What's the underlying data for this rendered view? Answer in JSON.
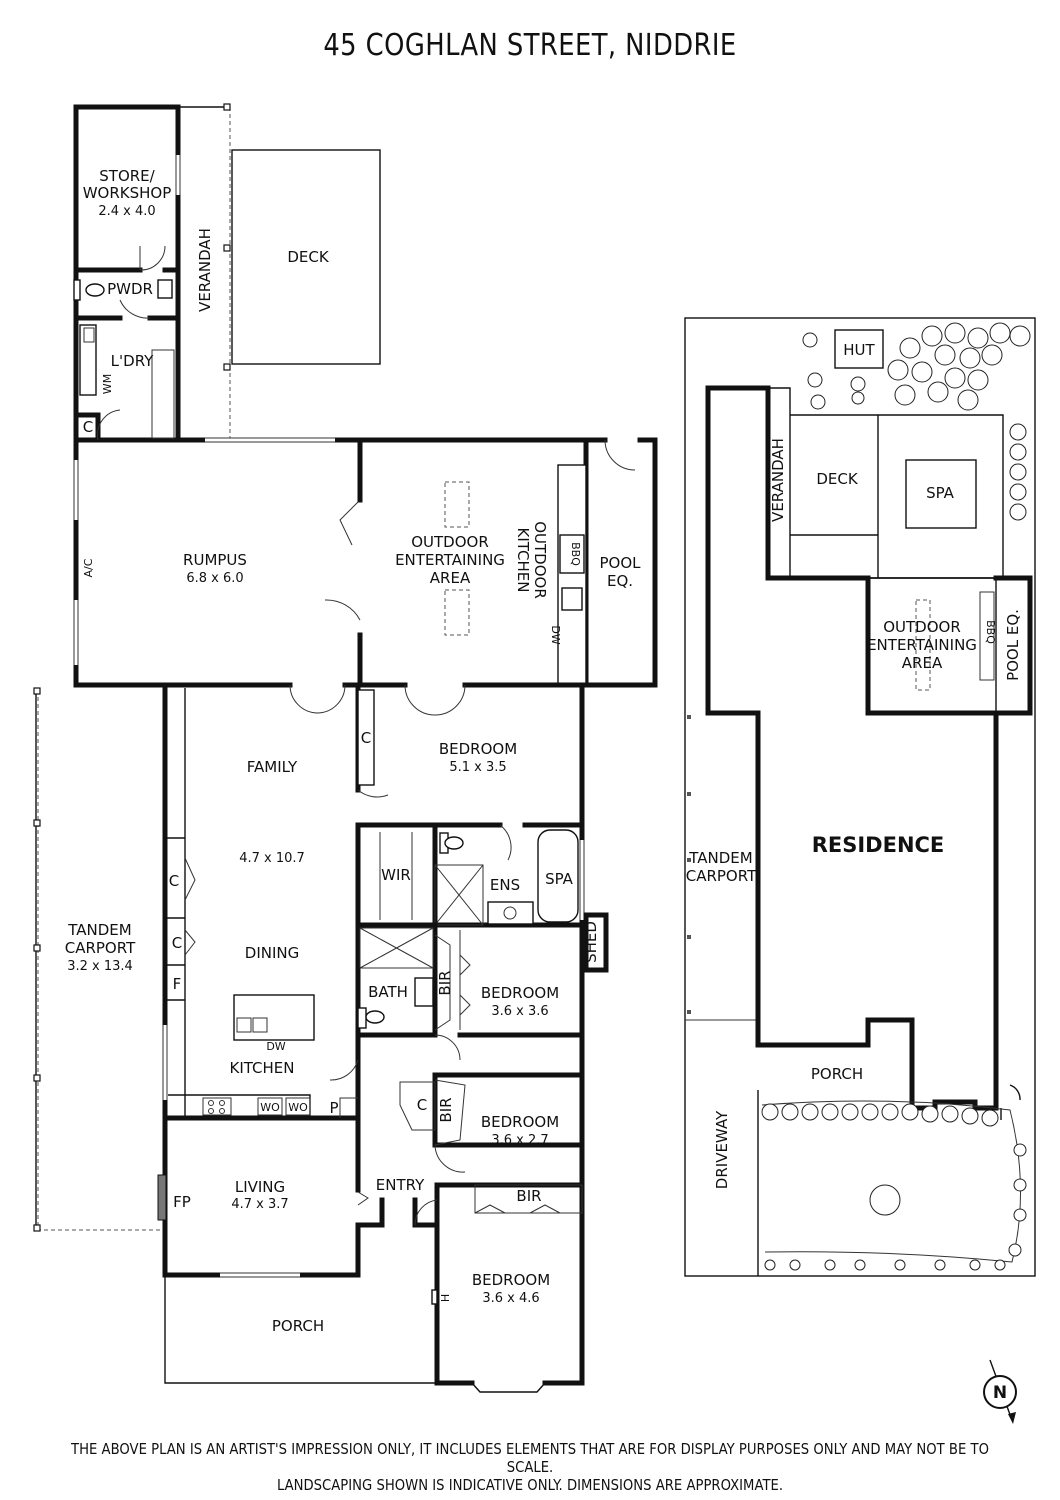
{
  "title": "45 COGHLAN STREET, NIDDRIE",
  "rooms": {
    "store": {
      "name": "STORE/",
      "name2": "WORKSHOP",
      "dims": "2.4 x 4.0"
    },
    "pwdr": {
      "name": "PWDR"
    },
    "ldry": {
      "name": "L'DRY"
    },
    "verandah": {
      "name": "VERANDAH"
    },
    "deck": {
      "name": "DECK"
    },
    "rumpus": {
      "name": "RUMPUS",
      "dims": "6.8 x 6.0"
    },
    "outdoor": {
      "name": "OUTDOOR",
      "name2": "ENTERTAINING",
      "name3": "AREA"
    },
    "outdoor_kitchen": {
      "name": "OUTDOOR",
      "name2": "KITCHEN"
    },
    "pool_eq": {
      "name": "POOL",
      "name2": "EQ."
    },
    "family": {
      "name": "FAMILY",
      "dims": "4.7 x 10.7"
    },
    "dining": {
      "name": "DINING"
    },
    "kitchen": {
      "name": "KITCHEN"
    },
    "living": {
      "name": "LIVING",
      "dims": "4.7 x 3.7"
    },
    "bed1": {
      "name": "BEDROOM",
      "dims": "5.1 x 3.5"
    },
    "wir": {
      "name": "WIR"
    },
    "ens": {
      "name": "ENS"
    },
    "spa_room": {
      "name": "SPA"
    },
    "bath": {
      "name": "BATH"
    },
    "bed2": {
      "name": "BEDROOM",
      "dims": "3.6 x 3.6"
    },
    "bed3": {
      "name": "BEDROOM",
      "dims": "3.6 x 2.7"
    },
    "bed4": {
      "name": "BEDROOM",
      "dims": "3.6 x 4.6"
    },
    "entry": {
      "name": "ENTRY"
    },
    "porch": {
      "name": "PORCH"
    },
    "carport": {
      "name": "TANDEM",
      "name2": "CARPORT",
      "dims": "3.2 x 13.4"
    },
    "shed": {
      "name": "SHED"
    }
  },
  "fixtures": {
    "c": "C",
    "f": "F",
    "p": "P",
    "fp": "FP",
    "dw": "DW",
    "wo": "WO",
    "bbq": "BBQ",
    "bir": "BIR",
    "ac": "A/C",
    "wm": "WM",
    "h": "H"
  },
  "site": {
    "hut": "HUT",
    "verandah": "VERANDAH",
    "deck": "DECK",
    "spa": "SPA",
    "outdoor": "OUTDOOR",
    "outdoor2": "ENTERTAINING",
    "outdoor3": "AREA",
    "bbq": "BBQ",
    "pool_eq": "POOL EQ.",
    "carport": "TANDEM",
    "carport2": "CARPORT",
    "residence": "RESIDENCE",
    "porch": "PORCH",
    "driveway": "DRIVEWAY"
  },
  "compass": "N",
  "disclaimer_line1": "THE ABOVE PLAN IS AN ARTIST'S IMPRESSION ONLY, IT INCLUDES ELEMENTS THAT ARE FOR DISPLAY PURPOSES ONLY AND MAY NOT BE TO SCALE.",
  "disclaimer_line2": "LANDSCAPING SHOWN IS INDICATIVE ONLY. DIMENSIONS ARE APPROXIMATE."
}
